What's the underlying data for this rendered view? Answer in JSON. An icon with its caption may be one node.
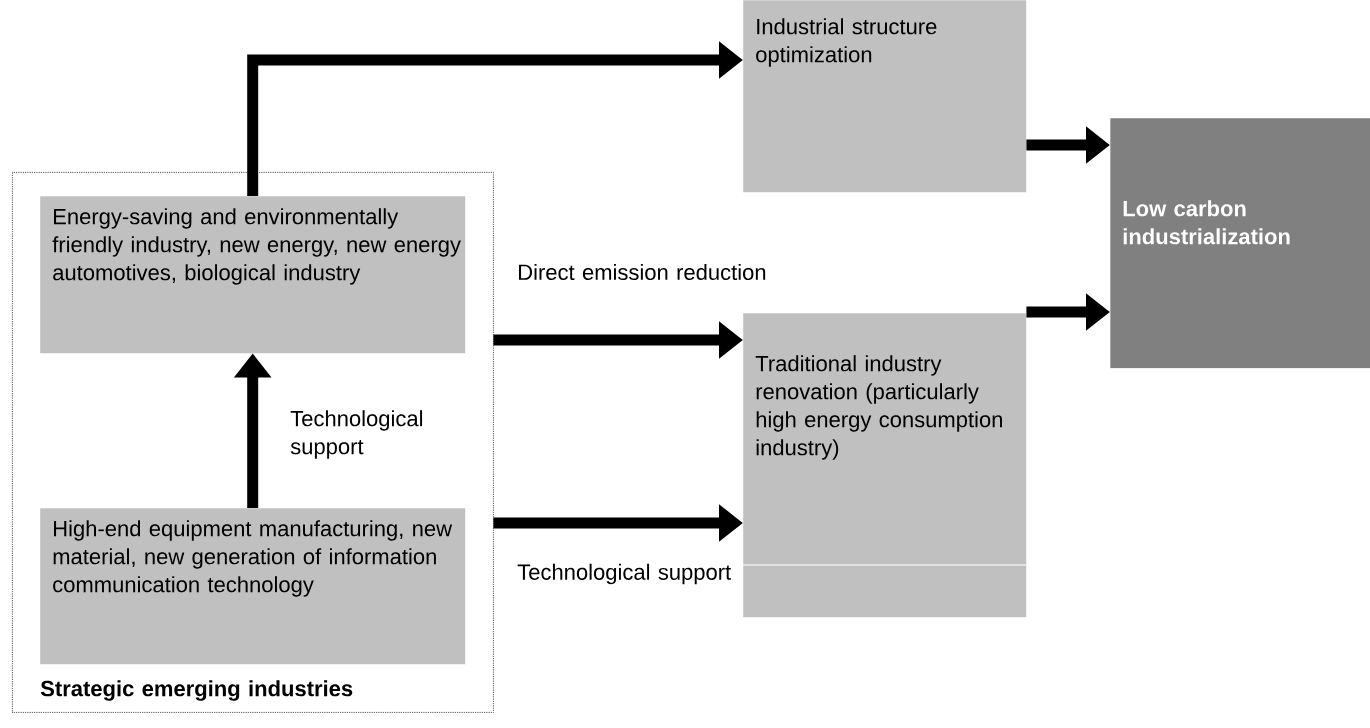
{
  "diagram": {
    "nodes": [
      {
        "text": [
          "Strategic emerging industries"
        ]
      },
      {
        "text": [
          "Energy-saving and environmentally friendly industry, new energy, new energy automotives, biological industry"
        ],
        "in": 0
      },
      {
        "text": [
          "High-end equipment manufacturing, new material, new generation of information communication technology"
        ],
        "in": 0
      },
      {
        "text": [
          "Industrial structure optimization"
        ]
      },
      {
        "text": [
          "Traditional industry renovation (particularly high energy consumption industry)"
        ]
      },
      {
        "text": [
          "Low carbon industrialization"
        ]
      }
    ],
    "edges": [
      {
        "from": 1,
        "to": 3,
        "arrow": "to"
      },
      {
        "from": 3,
        "to": 5,
        "arrow": "to"
      },
      {
        "from": 4,
        "to": 5,
        "arrow": "to"
      },
      {
        "from": 1,
        "to": 4,
        "arrow": "to",
        "label": "Direct emission reduction"
      },
      {
        "from": 2,
        "to": 1,
        "arrow": "to",
        "label": "Technological support"
      },
      {
        "from": 2,
        "to": 4,
        "arrow": "to",
        "label": "Technological support"
      }
    ]
  }
}
